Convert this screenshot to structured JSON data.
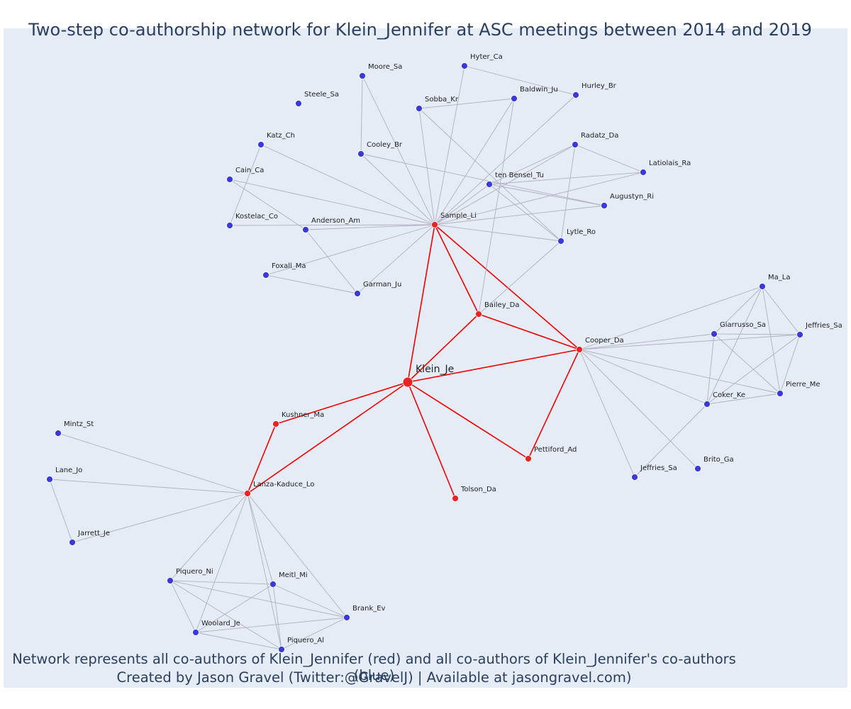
{
  "title": "Two-step co-authorship network for Klein_Jennifer at ASC meetings between 2014 and 2019",
  "caption_line1": "Network represents all co-authors of Klein_Jennifer (red) and all co-authors of Klein_Jennifer's co-authors (blue)",
  "caption_line2": "Created by Jason Gravel (Twitter:@GravelJ) | Available at jasongravel.com)",
  "colors": {
    "background": "#e5ecf6",
    "primary_node": "#ee2222",
    "secondary_node": "#3a3adb",
    "primary_edge": "#ee0000",
    "secondary_edge": "#b0b0c0",
    "text": "#2a3f5f"
  },
  "nodes": [
    {
      "id": "Klein_Je",
      "group": "focus"
    },
    {
      "id": "Sample_Li",
      "group": "primary"
    },
    {
      "id": "Bailey_Da",
      "group": "primary"
    },
    {
      "id": "Cooper_Da",
      "group": "primary"
    },
    {
      "id": "Kushner_Ma",
      "group": "primary"
    },
    {
      "id": "Lanza-Kaduce_Lo",
      "group": "primary"
    },
    {
      "id": "Pettiford_Ad",
      "group": "primary"
    },
    {
      "id": "Tolson_Da",
      "group": "primary"
    },
    {
      "id": "Hyter_Ca",
      "group": "secondary"
    },
    {
      "id": "Moore_Sa",
      "group": "secondary"
    },
    {
      "id": "Hurley_Br",
      "group": "secondary"
    },
    {
      "id": "Baldwin_Ju",
      "group": "secondary"
    },
    {
      "id": "Steele_Sa",
      "group": "secondary"
    },
    {
      "id": "Sobba_Kr",
      "group": "secondary"
    },
    {
      "id": "Katz_Ch",
      "group": "secondary"
    },
    {
      "id": "Radatz_Da",
      "group": "secondary"
    },
    {
      "id": "Cooley_Br",
      "group": "secondary"
    },
    {
      "id": "Latiolais_Ra",
      "group": "secondary"
    },
    {
      "id": "Cain_Ca",
      "group": "secondary"
    },
    {
      "id": "ten Bensel_Tu",
      "group": "secondary"
    },
    {
      "id": "Augustyn_Ri",
      "group": "secondary"
    },
    {
      "id": "Kostelac_Co",
      "group": "secondary"
    },
    {
      "id": "Anderson_Am",
      "group": "secondary"
    },
    {
      "id": "Lytle_Ro",
      "group": "secondary"
    },
    {
      "id": "Foxall_Ma",
      "group": "secondary"
    },
    {
      "id": "Garman_Ju",
      "group": "secondary"
    },
    {
      "id": "Ma_La",
      "group": "secondary"
    },
    {
      "id": "Giarrusso_Sa",
      "group": "secondary"
    },
    {
      "id": "Jeffries_Sa",
      "group": "secondary"
    },
    {
      "id": "Pierre_Me",
      "group": "secondary"
    },
    {
      "id": "Coker_Ke",
      "group": "secondary"
    },
    {
      "id": "Brito_Ga",
      "group": "secondary"
    },
    {
      "id": "Jeffries_Sa ",
      "group": "secondary"
    },
    {
      "id": "Mintz_St",
      "group": "secondary"
    },
    {
      "id": "Lane_Jo",
      "group": "secondary"
    },
    {
      "id": "Jarrett_Je",
      "group": "secondary"
    },
    {
      "id": "Piquero_Ni",
      "group": "secondary"
    },
    {
      "id": "Meitl_Mi",
      "group": "secondary"
    },
    {
      "id": "Brank_Ev",
      "group": "secondary"
    },
    {
      "id": "Woolard_Je",
      "group": "secondary"
    },
    {
      "id": "Piquero_Al",
      "group": "secondary"
    }
  ],
  "edges": [
    [
      "Klein_Je",
      "Sample_Li"
    ],
    [
      "Klein_Je",
      "Bailey_Da"
    ],
    [
      "Klein_Je",
      "Cooper_Da"
    ],
    [
      "Klein_Je",
      "Kushner_Ma"
    ],
    [
      "Klein_Je",
      "Lanza-Kaduce_Lo"
    ],
    [
      "Klein_Je",
      "Pettiford_Ad"
    ],
    [
      "Klein_Je",
      "Tolson_Da"
    ],
    [
      "Sample_Li",
      "Bailey_Da"
    ],
    [
      "Sample_Li",
      "Cooper_Da"
    ],
    [
      "Bailey_Da",
      "Cooper_Da"
    ],
    [
      "Cooper_Da",
      "Pettiford_Ad"
    ],
    [
      "Kushner_Ma",
      "Lanza-Kaduce_Lo"
    ],
    [
      "Sample_Li",
      "Hyter_Ca"
    ],
    [
      "Sample_Li",
      "Moore_Sa"
    ],
    [
      "Sample_Li",
      "Hurley_Br"
    ],
    [
      "Sample_Li",
      "Baldwin_Ju"
    ],
    [
      "Sample_Li",
      "Sobba_Kr"
    ],
    [
      "Sample_Li",
      "Katz_Ch"
    ],
    [
      "Sample_Li",
      "Radatz_Da"
    ],
    [
      "Sample_Li",
      "Cooley_Br"
    ],
    [
      "Sample_Li",
      "Latiolais_Ra"
    ],
    [
      "Sample_Li",
      "Cain_Ca"
    ],
    [
      "Sample_Li",
      "ten Bensel_Tu"
    ],
    [
      "Sample_Li",
      "Augustyn_Ri"
    ],
    [
      "Sample_Li",
      "Kostelac_Co"
    ],
    [
      "Sample_Li",
      "Anderson_Am"
    ],
    [
      "Sample_Li",
      "Lytle_Ro"
    ],
    [
      "Sample_Li",
      "Foxall_Ma"
    ],
    [
      "Sample_Li",
      "Garman_Ju"
    ],
    [
      "Hyter_Ca",
      "Hurley_Br"
    ],
    [
      "Moore_Sa",
      "Cooley_Br"
    ],
    [
      "Sobba_Kr",
      "Baldwin_Ju"
    ],
    [
      "Sobba_Kr",
      "Lytle_Ro"
    ],
    [
      "Baldwin_Ju",
      "Bailey_Da"
    ],
    [
      "Cooley_Br",
      "Augustyn_Ri"
    ],
    [
      "Radatz_Da",
      "ten Bensel_Tu"
    ],
    [
      "Radatz_Da",
      "Latiolais_Ra"
    ],
    [
      "Radatz_Da",
      "Lytle_Ro"
    ],
    [
      "ten Bensel_Tu",
      "Latiolais_Ra"
    ],
    [
      "ten Bensel_Tu",
      "Augustyn_Ri"
    ],
    [
      "ten Bensel_Tu",
      "Lytle_Ro"
    ],
    [
      "Katz_Ch",
      "Kostelac_Co"
    ],
    [
      "Cain_Ca",
      "Anderson_Am"
    ],
    [
      "Anderson_Am",
      "Garman_Ju"
    ],
    [
      "Foxall_Ma",
      "Garman_Ju"
    ],
    [
      "Lytle_Ro",
      "Bailey_Da"
    ],
    [
      "Cooper_Da",
      "Ma_La"
    ],
    [
      "Cooper_Da",
      "Giarrusso_Sa"
    ],
    [
      "Cooper_Da",
      "Jeffries_Sa"
    ],
    [
      "Cooper_Da",
      "Pierre_Me"
    ],
    [
      "Cooper_Da",
      "Coker_Ke"
    ],
    [
      "Cooper_Da",
      "Brito_Ga"
    ],
    [
      "Cooper_Da",
      "Jeffries_Sa "
    ],
    [
      "Ma_La",
      "Giarrusso_Sa"
    ],
    [
      "Ma_La",
      "Jeffries_Sa"
    ],
    [
      "Ma_La",
      "Pierre_Me"
    ],
    [
      "Ma_La",
      "Coker_Ke"
    ],
    [
      "Giarrusso_Sa",
      "Jeffries_Sa"
    ],
    [
      "Giarrusso_Sa",
      "Pierre_Me"
    ],
    [
      "Giarrusso_Sa",
      "Coker_Ke"
    ],
    [
      "Jeffries_Sa",
      "Pierre_Me"
    ],
    [
      "Jeffries_Sa",
      "Coker_Ke"
    ],
    [
      "Pierre_Me",
      "Coker_Ke"
    ],
    [
      "Coker_Ke",
      "Jeffries_Sa "
    ],
    [
      "Lanza-Kaduce_Lo",
      "Mintz_St"
    ],
    [
      "Lanza-Kaduce_Lo",
      "Lane_Jo"
    ],
    [
      "Lanza-Kaduce_Lo",
      "Jarrett_Je"
    ],
    [
      "Lanza-Kaduce_Lo",
      "Piquero_Ni"
    ],
    [
      "Lanza-Kaduce_Lo",
      "Meitl_Mi"
    ],
    [
      "Lanza-Kaduce_Lo",
      "Brank_Ev"
    ],
    [
      "Lanza-Kaduce_Lo",
      "Woolard_Je"
    ],
    [
      "Lanza-Kaduce_Lo",
      "Piquero_Al"
    ],
    [
      "Lane_Jo",
      "Jarrett_Je"
    ],
    [
      "Piquero_Ni",
      "Meitl_Mi"
    ],
    [
      "Piquero_Ni",
      "Brank_Ev"
    ],
    [
      "Piquero_Ni",
      "Woolard_Je"
    ],
    [
      "Piquero_Ni",
      "Piquero_Al"
    ],
    [
      "Meitl_Mi",
      "Brank_Ev"
    ],
    [
      "Meitl_Mi",
      "Woolard_Je"
    ],
    [
      "Meitl_Mi",
      "Piquero_Al"
    ],
    [
      "Brank_Ev",
      "Woolard_Je"
    ],
    [
      "Brank_Ev",
      "Piquero_Al"
    ],
    [
      "Woolard_Je",
      "Piquero_Al"
    ]
  ]
}
